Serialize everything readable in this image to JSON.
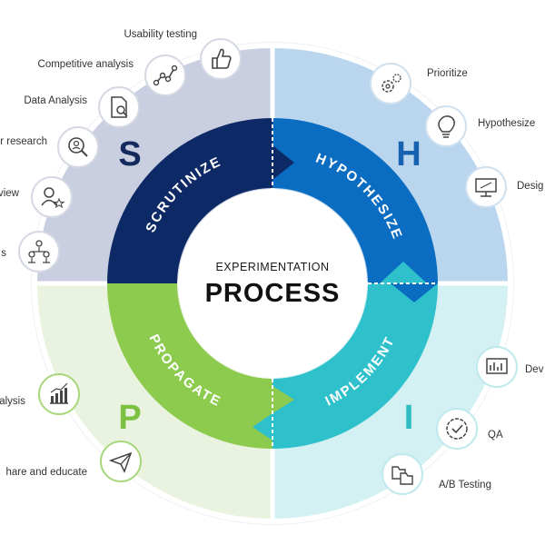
{
  "center": {
    "subtitle": "EXPERIMENTATION",
    "title": "PROCESS"
  },
  "phases": {
    "s": {
      "letter": "S",
      "ring_label": "SCRUTINIZE"
    },
    "h": {
      "letter": "H",
      "ring_label": "HYPOTHESIZE"
    },
    "p": {
      "letter": "P",
      "ring_label": "PROPAGATE"
    },
    "i": {
      "letter": "I",
      "ring_label": "IMPLEMENT"
    }
  },
  "steps": {
    "usability_testing": "Usability testing",
    "competitive_analysis": "Competitive analysis",
    "data_analysis": "Data Analysis",
    "user_research": "r research",
    "review": "view",
    "interviews": "s",
    "prioritize": "Prioritize",
    "hypothesize": "Hypothesize",
    "design": "Desig",
    "develop": "Dev",
    "qa": "QA",
    "ab_testing": "A/B Testing",
    "analysis": "alysis",
    "share_educate": "hare and educate"
  },
  "icons": {
    "usability_testing": "thumbs-up-icon",
    "competitive_analysis": "line-graph-icon",
    "data_analysis": "document-search-icon",
    "user_research": "magnifier-person-icon",
    "review": "person-star-icon",
    "interviews": "people-network-icon",
    "prioritize": "gears-icon",
    "hypothesize": "lightbulb-icon",
    "design": "monitor-icon",
    "develop": "chart-screen-icon",
    "qa": "badge-check-icon",
    "ab_testing": "folders-icon",
    "analysis": "bar-chart-icon",
    "share_educate": "paper-plane-icon"
  },
  "colors": {
    "s_quad": "#c9cfe0",
    "h_quad": "#bad6ee",
    "p_quad": "#eaf3df",
    "i_quad": "#d3f0f2",
    "s_ring": "#0e2a66",
    "h_ring": "#0b6dc1",
    "p_ring": "#8dcb4f",
    "i_ring": "#2ec1cc",
    "s_letter": "#142a5c",
    "h_letter": "#1762b0",
    "p_letter": "#7cc142",
    "i_letter": "#2ebcc5"
  }
}
